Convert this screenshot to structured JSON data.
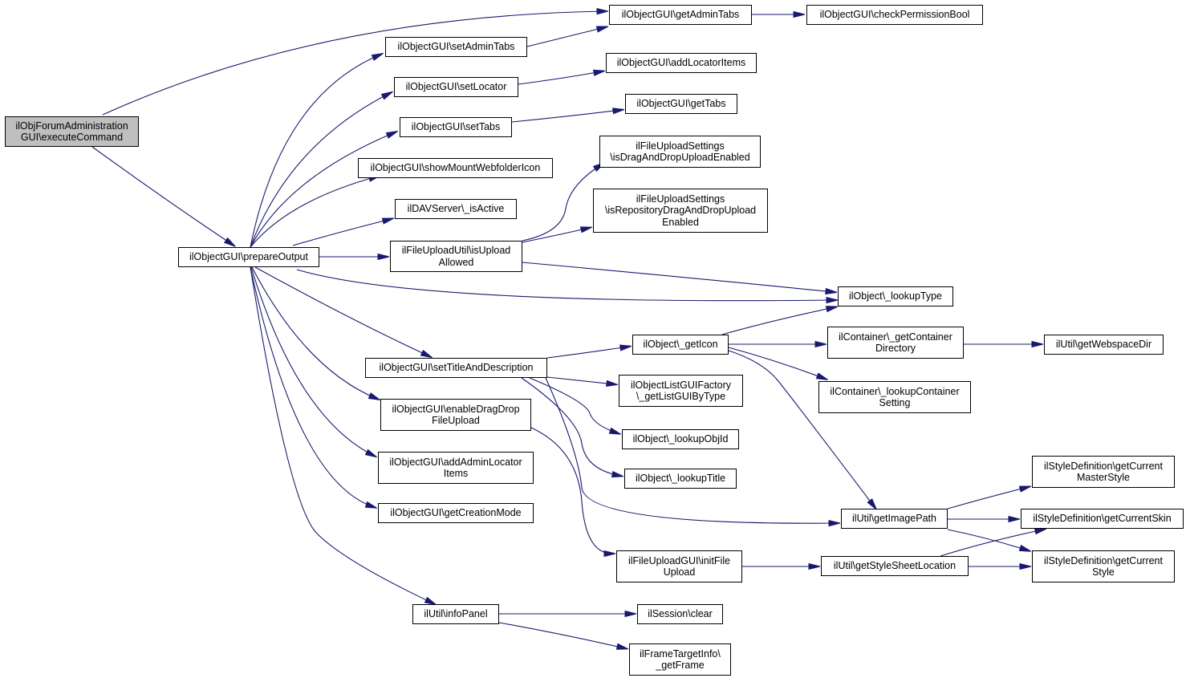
{
  "nodes": [
    {
      "id": "n0",
      "lines": [
        "ilObjForumAdministration",
        "GUI\\executeCommand"
      ],
      "root": true
    },
    {
      "id": "n1",
      "lines": [
        "ilObjectGUI\\prepareOutput"
      ]
    },
    {
      "id": "n2",
      "lines": [
        "ilObjectGUI\\getAdminTabs"
      ]
    },
    {
      "id": "n3",
      "lines": [
        "ilObjectGUI\\checkPermissionBool"
      ]
    },
    {
      "id": "n4",
      "lines": [
        "ilObjectGUI\\setAdminTabs"
      ]
    },
    {
      "id": "n5",
      "lines": [
        "ilObjectGUI\\setLocator"
      ]
    },
    {
      "id": "n6",
      "lines": [
        "ilObjectGUI\\addLocatorItems"
      ]
    },
    {
      "id": "n7",
      "lines": [
        "ilObjectGUI\\setTabs"
      ]
    },
    {
      "id": "n8",
      "lines": [
        "ilObjectGUI\\getTabs"
      ]
    },
    {
      "id": "n9",
      "lines": [
        "ilObjectGUI\\showMountWebfolderIcon"
      ]
    },
    {
      "id": "n10",
      "lines": [
        "ilFileUploadSettings",
        "\\isDragAndDropUploadEnabled"
      ]
    },
    {
      "id": "n11",
      "lines": [
        "ilDAVServer\\_isActive"
      ]
    },
    {
      "id": "n12",
      "lines": [
        "ilFileUploadSettings",
        "\\isRepositoryDragAndDropUpload",
        "Enabled"
      ]
    },
    {
      "id": "n13",
      "lines": [
        "ilFileUploadUtil\\isUpload",
        "Allowed"
      ]
    },
    {
      "id": "n14",
      "lines": [
        "ilObject\\_lookupType"
      ]
    },
    {
      "id": "n15",
      "lines": [
        "ilObject\\_getIcon"
      ]
    },
    {
      "id": "n16",
      "lines": [
        "ilContainer\\_getContainer",
        "Directory"
      ]
    },
    {
      "id": "n17",
      "lines": [
        "ilUtil\\getWebspaceDir"
      ]
    },
    {
      "id": "n18",
      "lines": [
        "ilObjectGUI\\setTitleAndDescription"
      ]
    },
    {
      "id": "n19",
      "lines": [
        "ilObjectListGUIFactory",
        "\\_getListGUIByType"
      ]
    },
    {
      "id": "n20",
      "lines": [
        "ilContainer\\_lookupContainer",
        "Setting"
      ]
    },
    {
      "id": "n21",
      "lines": [
        "ilObjectGUI\\enableDragDrop",
        "FileUpload"
      ]
    },
    {
      "id": "n22",
      "lines": [
        "ilObject\\_lookupObjId"
      ]
    },
    {
      "id": "n23",
      "lines": [
        "ilObjectGUI\\addAdminLocator",
        "Items"
      ]
    },
    {
      "id": "n24",
      "lines": [
        "ilStyleDefinition\\getCurrent",
        "MasterStyle"
      ]
    },
    {
      "id": "n25",
      "lines": [
        "ilObject\\_lookupTitle"
      ]
    },
    {
      "id": "n26",
      "lines": [
        "ilObjectGUI\\getCreationMode"
      ]
    },
    {
      "id": "n27",
      "lines": [
        "ilUtil\\getImagePath"
      ]
    },
    {
      "id": "n28",
      "lines": [
        "ilStyleDefinition\\getCurrentSkin"
      ]
    },
    {
      "id": "n29",
      "lines": [
        "ilFileUploadGUI\\initFile",
        "Upload"
      ]
    },
    {
      "id": "n30",
      "lines": [
        "ilUtil\\getStyleSheetLocation"
      ]
    },
    {
      "id": "n31",
      "lines": [
        "ilStyleDefinition\\getCurrent",
        "Style"
      ]
    },
    {
      "id": "n32",
      "lines": [
        "ilUtil\\infoPanel"
      ]
    },
    {
      "id": "n33",
      "lines": [
        "ilSession\\clear"
      ]
    },
    {
      "id": "n34",
      "lines": [
        "ilFrameTargetInfo\\",
        "_getFrame"
      ]
    }
  ],
  "edges": [
    [
      "n0",
      "n2"
    ],
    [
      "n0",
      "n1"
    ],
    [
      "n1",
      "n4"
    ],
    [
      "n1",
      "n5"
    ],
    [
      "n1",
      "n7"
    ],
    [
      "n1",
      "n9"
    ],
    [
      "n1",
      "n11"
    ],
    [
      "n1",
      "n13"
    ],
    [
      "n1",
      "n14"
    ],
    [
      "n1",
      "n18"
    ],
    [
      "n1",
      "n21"
    ],
    [
      "n1",
      "n23"
    ],
    [
      "n1",
      "n26"
    ],
    [
      "n1",
      "n32"
    ],
    [
      "n2",
      "n3"
    ],
    [
      "n4",
      "n2"
    ],
    [
      "n5",
      "n6"
    ],
    [
      "n7",
      "n8"
    ],
    [
      "n13",
      "n10"
    ],
    [
      "n13",
      "n12"
    ],
    [
      "n13",
      "n14"
    ],
    [
      "n18",
      "n15"
    ],
    [
      "n18",
      "n19"
    ],
    [
      "n18",
      "n22"
    ],
    [
      "n18",
      "n25"
    ],
    [
      "n18",
      "n27"
    ],
    [
      "n15",
      "n14"
    ],
    [
      "n15",
      "n16"
    ],
    [
      "n15",
      "n20"
    ],
    [
      "n15",
      "n27"
    ],
    [
      "n16",
      "n17"
    ],
    [
      "n21",
      "n29"
    ],
    [
      "n29",
      "n30"
    ],
    [
      "n27",
      "n24"
    ],
    [
      "n27",
      "n28"
    ],
    [
      "n27",
      "n31"
    ],
    [
      "n30",
      "n28"
    ],
    [
      "n30",
      "n31"
    ],
    [
      "n32",
      "n33"
    ],
    [
      "n32",
      "n34"
    ]
  ],
  "colors": {
    "edge": "#191970",
    "root_fill": "#bfbfbf",
    "node_border": "#000000"
  }
}
